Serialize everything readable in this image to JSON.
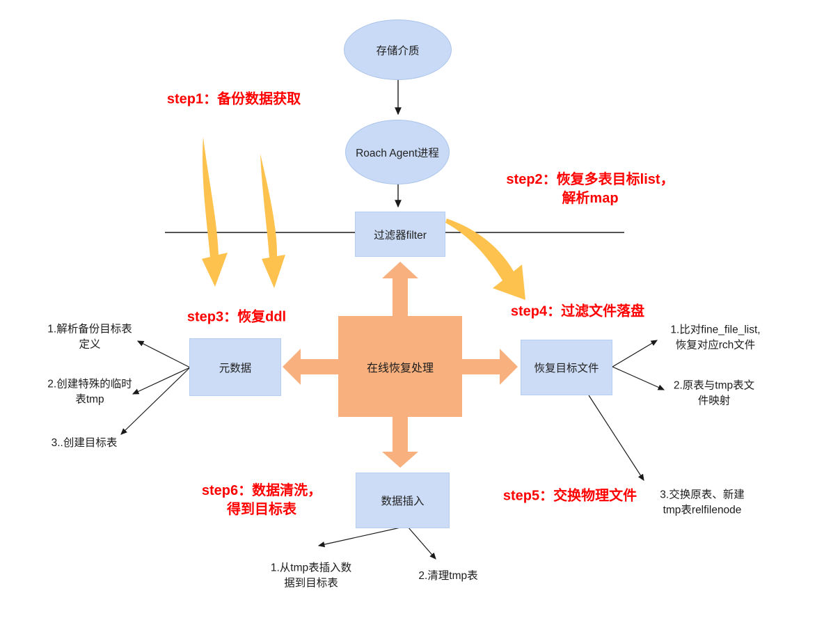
{
  "colors": {
    "node_fill_blue": "#ccdcf6",
    "node_border_blue": "#b7cdf0",
    "cross_orange": "#f8b17e",
    "curved_arrow_yellow": "#fdc24e",
    "step_text_red": "#ff0000",
    "connector_black": "#1a1a1a"
  },
  "nodes": {
    "storage": {
      "label": "存储介质"
    },
    "agent": {
      "label": "Roach Agent进程"
    },
    "filter": {
      "label": "过滤器filter"
    },
    "center": {
      "label": "在线恢复处理"
    },
    "metadata": {
      "label": "元数据"
    },
    "target_files": {
      "label": "恢复目标文件"
    },
    "data_insert": {
      "label": "数据插入"
    }
  },
  "steps": {
    "step1": "step1：备份数据获取",
    "step2": "step2：恢复多表目标list，\n解析map",
    "step3": "step3：恢复ddl",
    "step4": "step4：过滤文件落盘",
    "step5": "step5：交换物理文件",
    "step6": "step6：数据清洗，\n得到目标表"
  },
  "annotations": {
    "left": [
      "1.解析备份目标表\n定义",
      "2.创建特殊的临时\n表tmp",
      "3..创建目标表"
    ],
    "right": [
      "1.比对fine_file_list,\n恢复对应rch文件",
      "2.原表与tmp表文\n件映射",
      "3.交换原表、新建\ntmp表relfilenode"
    ],
    "bottom": [
      "1.从tmp表插入数\n据到目标表",
      "2.清理tmp表"
    ]
  }
}
